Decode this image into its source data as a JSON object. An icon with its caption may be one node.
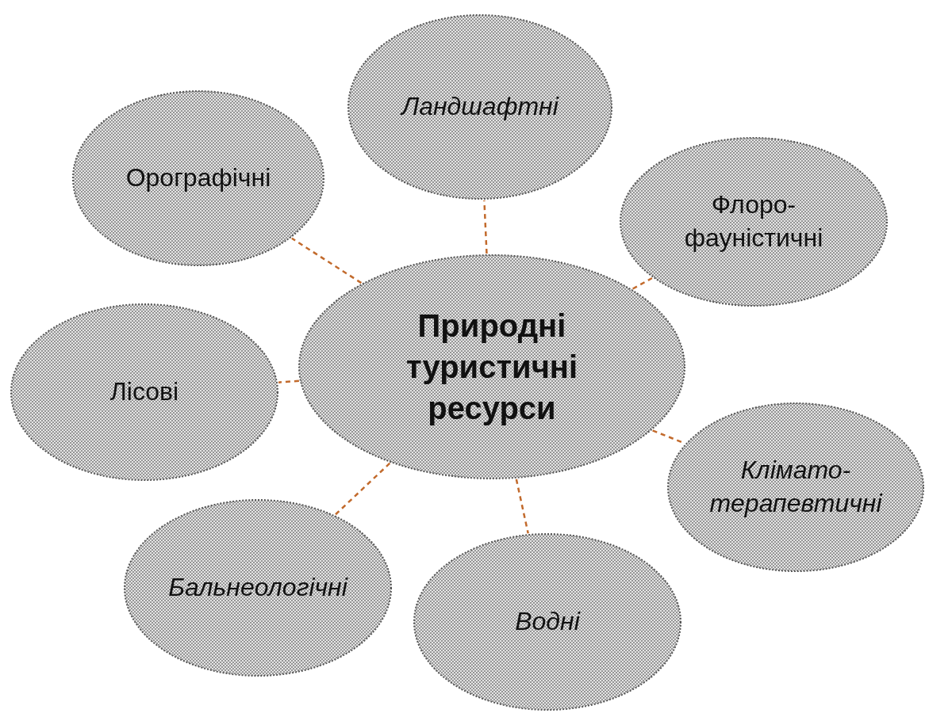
{
  "diagram": {
    "nodes": [
      {
        "text": [
          "Природні туристичні ресурси"
        ]
      },
      {
        "text": [
          "Орографічні"
        ]
      },
      {
        "text": [
          "Ландшафтні"
        ]
      },
      {
        "text": [
          "Флоро- фауністичні"
        ]
      },
      {
        "text": [
          "Лісові"
        ]
      },
      {
        "text": [
          "Клімато- терапевтичні"
        ]
      },
      {
        "text": [
          "Бальнеологічні"
        ]
      },
      {
        "text": [
          "Водні"
        ]
      }
    ],
    "edges": [
      {
        "from": 0,
        "to": 1,
        "arrow": "none",
        "style": "dashed"
      },
      {
        "from": 0,
        "to": 2,
        "arrow": "none",
        "style": "dashed"
      },
      {
        "from": 0,
        "to": 3,
        "arrow": "none",
        "style": "dashed"
      },
      {
        "from": 0,
        "to": 4,
        "arrow": "none",
        "style": "dashed"
      },
      {
        "from": 0,
        "to": 5,
        "arrow": "none",
        "style": "dashed"
      },
      {
        "from": 0,
        "to": 6,
        "arrow": "none",
        "style": "dashed"
      },
      {
        "from": 0,
        "to": 7,
        "arrow": "none",
        "style": "dashed"
      }
    ]
  }
}
